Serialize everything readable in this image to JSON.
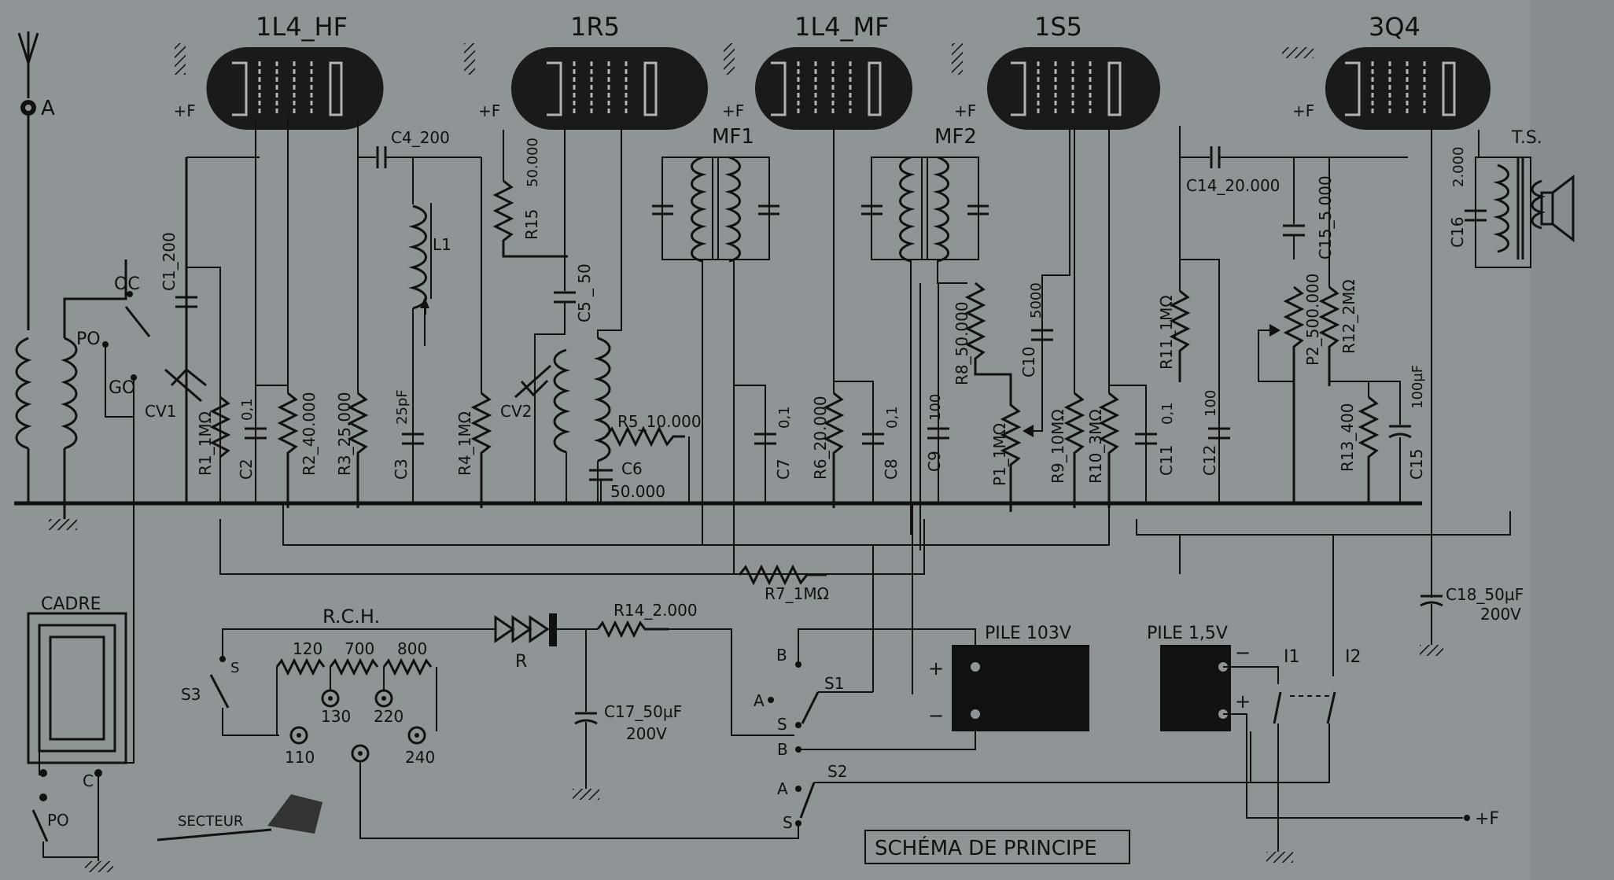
{
  "tubes": [
    "1L4_HF",
    "1R5",
    "1L4_MF",
    "1S5",
    "3Q4"
  ],
  "tube_labels": {
    "t1": "1L4_HF",
    "t2": "1R5",
    "t3": "1L4_MF",
    "t4": "1S5",
    "t5": "3Q4"
  },
  "ant": {
    "A": "A",
    "PO": "PO",
    "GO": "GO",
    "OC": "OC",
    "PO2": "PO",
    "C": "C",
    "cadre": "CADRE"
  },
  "plusF": "+F",
  "components": {
    "C1": "C1_200",
    "CV1": "CV1",
    "R1": "R1_1MΩ",
    "C2": "C2",
    "C2v": "0,1",
    "R2": "R2_40.000",
    "R3": "R3_25.000",
    "C4": "C4_200",
    "L1": "L1",
    "C3": "C3",
    "C3v": "25pF",
    "R4": "R4_1MΩ",
    "R15": "R15",
    "R15v": "50.000",
    "C5": "C5 _ 50",
    "CV2": "CV2",
    "R5": "R5_10.000",
    "C6": "C6",
    "C6v": "50.000",
    "MF1": "MF1",
    "C7": "C7",
    "C7v": "0,1",
    "R6": "R6_20.000",
    "C8": "C8",
    "C8v": "0,1",
    "MF2": "MF2",
    "C9": "C9",
    "C9v": "100",
    "R8": "R8_50.000",
    "C10": "C10",
    "C10v": "5000",
    "P1": "P1_1MΩ",
    "R9": "R9_10MΩ",
    "R10": "R10_3MΩ",
    "C11": "C11",
    "C11v": "0,1",
    "R11": "R11_1MΩ",
    "C12": "C12",
    "C12v": "100",
    "C14": "C14_20.000",
    "P2": "P2_500.000",
    "C15_5": "C15_5.000",
    "R12": "R12_2MΩ",
    "R13": "R13_400",
    "C15": "C15",
    "C15v": "100µF",
    "C16": "C16",
    "C16v": "2.000",
    "TS": "T.S.",
    "C18": "C18_50µF",
    "C18v": "200V",
    "R7": "R7_1MΩ",
    "R14": "R14_2.000",
    "R": "R",
    "C17": "C17_50µF",
    "C17v": "200V",
    "RCH": "R.C.H."
  },
  "power": {
    "pile103": "PILE 103V",
    "pile15": "PILE 1,5V",
    "plus": "+",
    "minus": "−",
    "I1": "I1",
    "I2": "I2",
    "plusF": "+F"
  },
  "mains": {
    "taps": [
      "120",
      "700",
      "800"
    ],
    "volts": [
      "130",
      "220",
      "110",
      "240"
    ],
    "secteur": "SECTEUR"
  },
  "switches": {
    "S1": "S1",
    "S2": "S2",
    "S3": "S3",
    "s": "S",
    "A": "A",
    "B": "B"
  },
  "caption": "SCHÉMA DE PRINCIPE"
}
